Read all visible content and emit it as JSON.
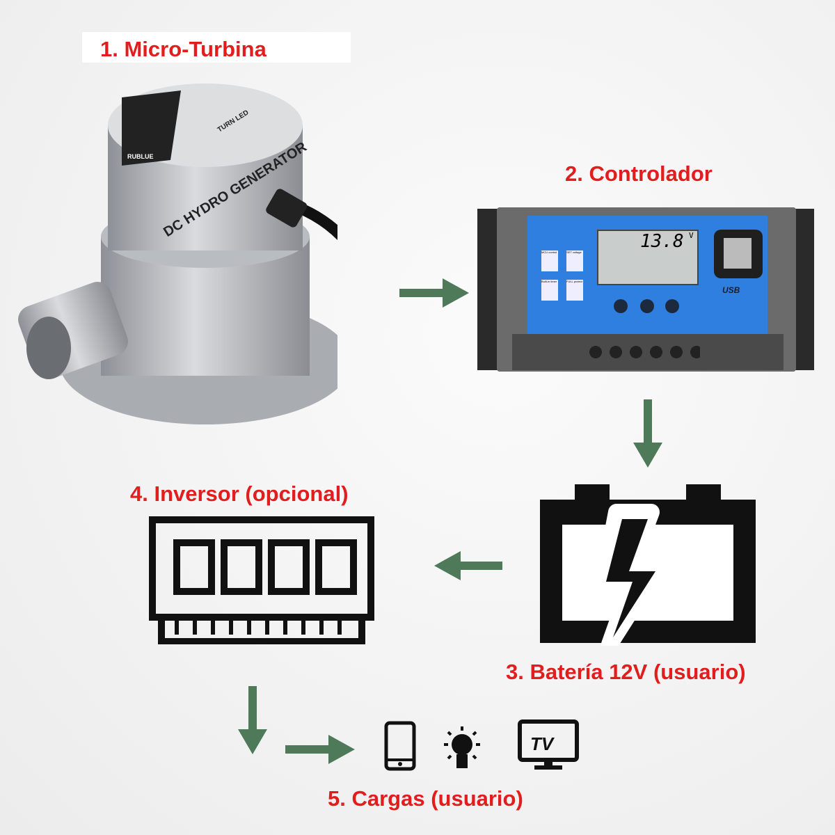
{
  "labels": {
    "turbine": "1. Micro-Turbina",
    "controller": "2. Controlador",
    "battery": "3. Batería 12V (usuario)",
    "inverter": "4. Inversor (opcional)",
    "loads": "5. Cargas (usuario)"
  },
  "turbine": {
    "brand": "RUBLUE",
    "model": "DC HYDRO GENERATOR",
    "led": "TURN LED"
  },
  "controller": {
    "voltage": "13.8",
    "unit": "V",
    "usb": "USB",
    "badges": [
      "MCU control",
      "SET voltage",
      "Built-in timer",
      "FULL protect"
    ]
  },
  "loads": {
    "tv": "TV",
    "icons": [
      "phone-icon",
      "bulb-icon",
      "tv-icon"
    ]
  },
  "colors": {
    "label": "#e21d1d",
    "arrow": "#4e7a5a",
    "panel": "#2f7fe0"
  }
}
